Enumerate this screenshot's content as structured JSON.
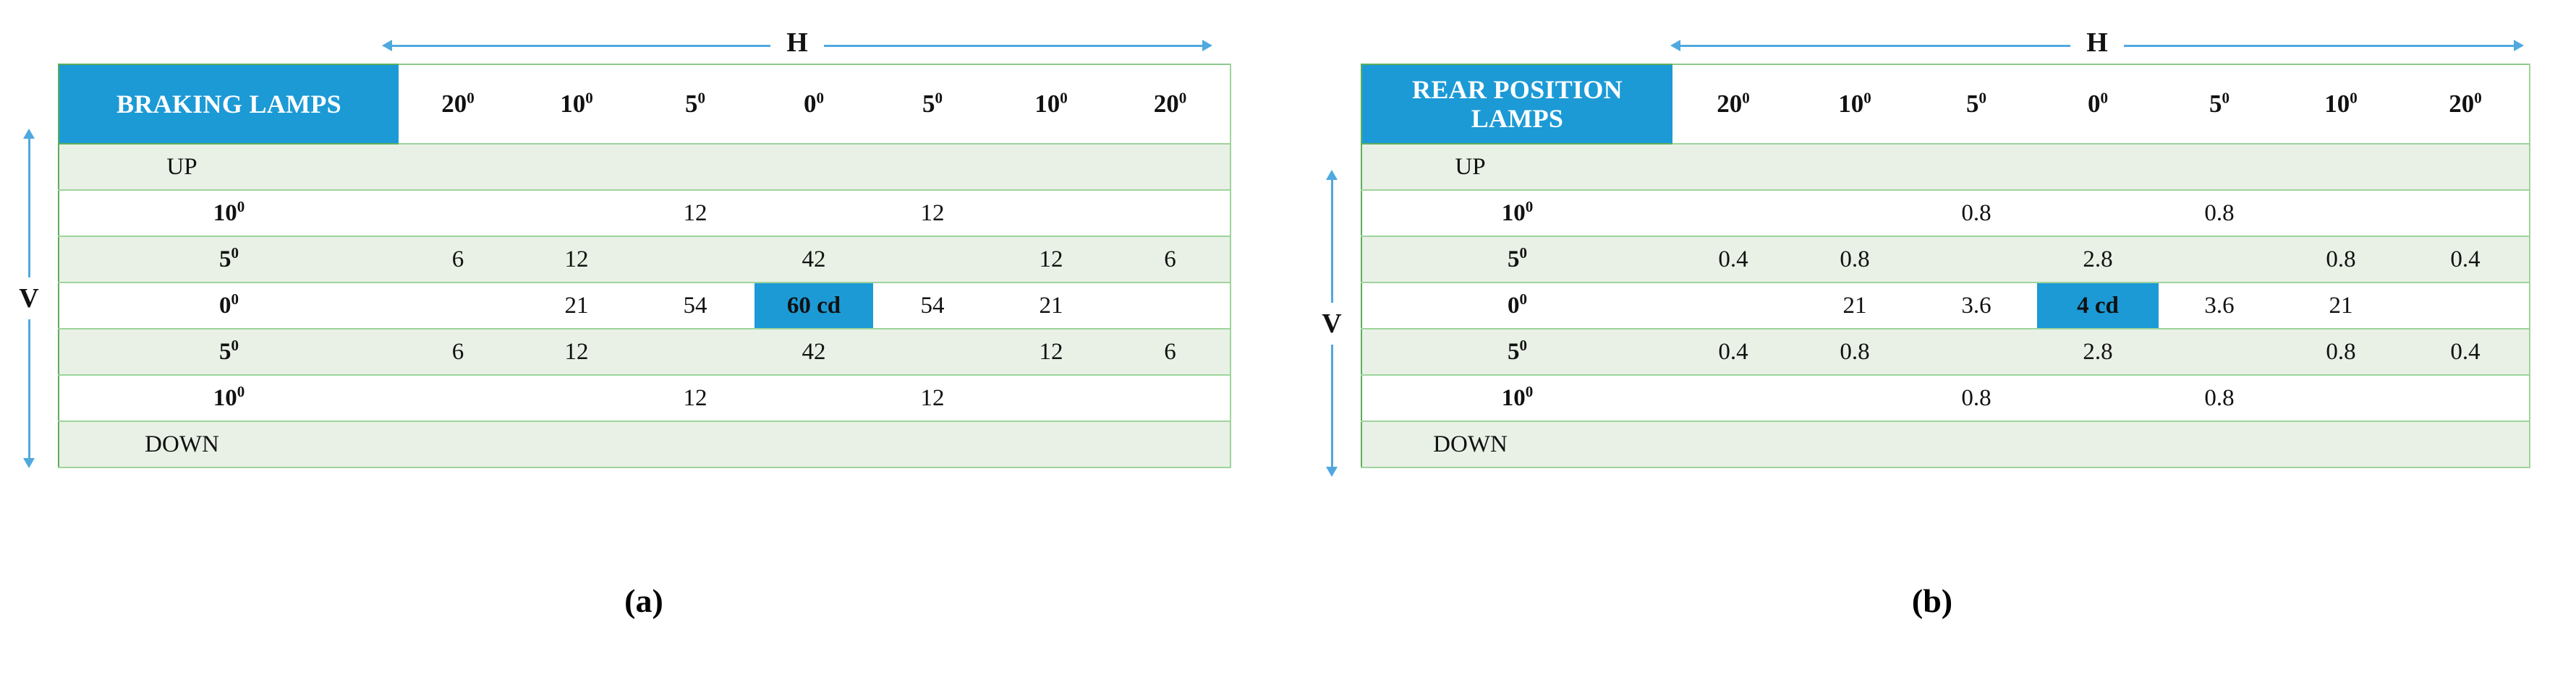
{
  "figure": {
    "panels": [
      {
        "id": "a",
        "caption": "(a)",
        "axis_h_label": "H",
        "axis_v_label": "V",
        "title": "BRAKING LAMPS",
        "unit_cell": "60 cd",
        "columns": [
          "20",
          "10",
          "5",
          "0",
          "5",
          "10",
          "20"
        ],
        "column_suffix": "0",
        "rows": [
          {
            "label": "UP",
            "label_style": "word",
            "values": [
              "",
              "",
              "",
              "",
              "",
              "",
              ""
            ],
            "tint": true
          },
          {
            "label": "10",
            "label_style": "angle",
            "values": [
              "",
              "",
              "12",
              "",
              "12",
              "",
              ""
            ],
            "tint": false
          },
          {
            "label": "5",
            "label_style": "angle",
            "values": [
              "6",
              "12",
              "",
              "42",
              "",
              "12",
              "6"
            ],
            "tint": true
          },
          {
            "label": "0",
            "label_style": "angle",
            "values": [
              "",
              "21",
              "54",
              "60 cd",
              "54",
              "21",
              ""
            ],
            "tint": false,
            "highlight_index": 3
          },
          {
            "label": "5",
            "label_style": "angle",
            "values": [
              "6",
              "12",
              "",
              "42",
              "",
              "12",
              "6"
            ],
            "tint": true
          },
          {
            "label": "10",
            "label_style": "angle",
            "values": [
              "",
              "",
              "12",
              "",
              "12",
              "",
              ""
            ],
            "tint": false
          },
          {
            "label": "DOWN",
            "label_style": "word",
            "values": [
              "",
              "",
              "",
              "",
              "",
              "",
              ""
            ],
            "tint": true
          }
        ]
      },
      {
        "id": "b",
        "caption": "(b)",
        "axis_h_label": "H",
        "axis_v_label": "V",
        "title": "REAR POSITION LAMPS",
        "unit_cell": "4 cd",
        "columns": [
          "20",
          "10",
          "5",
          "0",
          "5",
          "10",
          "20"
        ],
        "column_suffix": "0",
        "rows": [
          {
            "label": "UP",
            "label_style": "word",
            "values": [
              "",
              "",
              "",
              "",
              "",
              "",
              ""
            ],
            "tint": true
          },
          {
            "label": "10",
            "label_style": "angle",
            "values": [
              "",
              "",
              "0.8",
              "",
              "0.8",
              "",
              ""
            ],
            "tint": false
          },
          {
            "label": "5",
            "label_style": "angle",
            "values": [
              "0.4",
              "0.8",
              "",
              "2.8",
              "",
              "0.8",
              "0.4"
            ],
            "tint": true
          },
          {
            "label": "0",
            "label_style": "angle",
            "values": [
              "",
              "21",
              "3.6",
              "4 cd",
              "3.6",
              "21",
              ""
            ],
            "tint": false,
            "highlight_index": 3
          },
          {
            "label": "5",
            "label_style": "angle",
            "values": [
              "0.4",
              "0.8",
              "",
              "2.8",
              "",
              "0.8",
              "0.4"
            ],
            "tint": true
          },
          {
            "label": "10",
            "label_style": "angle",
            "values": [
              "",
              "",
              "0.8",
              "",
              "0.8",
              "",
              ""
            ],
            "tint": false
          },
          {
            "label": "DOWN",
            "label_style": "word",
            "values": [
              "",
              "",
              "",
              "",
              "",
              "",
              ""
            ],
            "tint": true
          }
        ]
      }
    ],
    "colors": {
      "accent_blue": "#1C9AD6",
      "arrow_blue": "#4FA9DE",
      "row_tint": "#E9F1E6",
      "grid_green": "#9ED49B"
    }
  }
}
